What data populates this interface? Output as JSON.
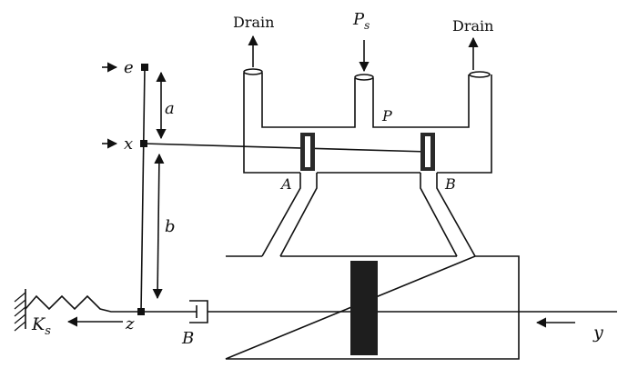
{
  "labels": {
    "drain_left": "Drain",
    "drain_right": "Drain",
    "supply": "P",
    "supply_sub": "s",
    "pressure_p": "P",
    "port_a": "A",
    "port_b": "B",
    "point_e": "e",
    "point_x": "x",
    "point_z": "z",
    "dim_a": "a",
    "dim_b": "b",
    "spring": "K",
    "spring_sub": "s",
    "damper": "B",
    "output_y": "y"
  },
  "colors": {
    "ink": "#111111",
    "spool_fill": "#2a2a2a",
    "piston_fill": "#1e1e1e"
  }
}
